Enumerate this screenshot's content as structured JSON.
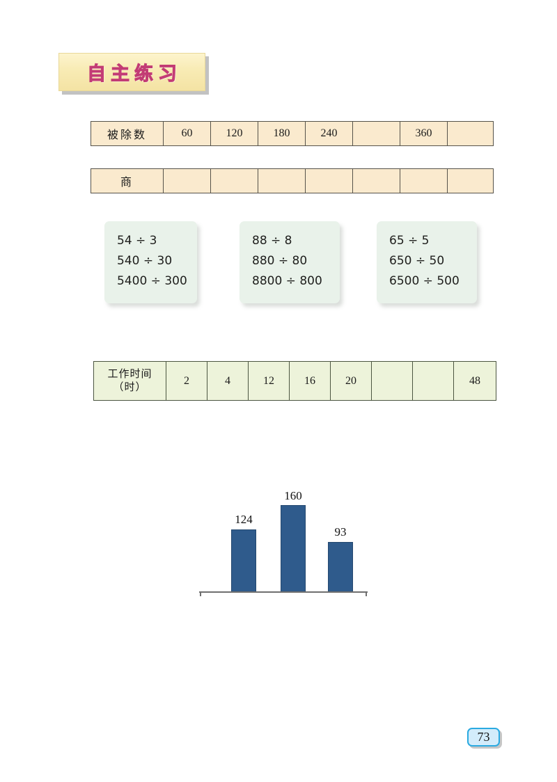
{
  "page": {
    "number": "73",
    "section_title": "自主练习"
  },
  "tables": {
    "dividend": {
      "name": "被除数表",
      "header": "被除数",
      "cells": [
        "60",
        "120",
        "180",
        "240",
        "",
        "360",
        ""
      ]
    },
    "quotient": {
      "name": "商表",
      "header": "商",
      "cells": [
        "",
        "",
        "",
        "",
        "",
        "",
        ""
      ]
    },
    "worktime": {
      "name": "工作时间表",
      "header_line1": "工作时间",
      "header_line2": "（时）",
      "cells": [
        "2",
        "4",
        "12",
        "16",
        "20",
        "",
        "",
        "48"
      ]
    }
  },
  "calc_boxes": [
    {
      "id": "calc-box-1",
      "lines": [
        "54 ÷ 3",
        "540 ÷ 30",
        "5400 ÷ 300"
      ]
    },
    {
      "id": "calc-box-2",
      "lines": [
        "88 ÷ 8",
        "880 ÷ 80",
        "8800 ÷ 800"
      ]
    },
    {
      "id": "calc-box-3",
      "lines": [
        "65 ÷ 5",
        "650 ÷ 50",
        "6500 ÷ 500"
      ]
    }
  ],
  "chart_data": {
    "type": "bar",
    "title": "",
    "xlabel": "",
    "ylabel": "",
    "categories": [
      "",
      "",
      ""
    ],
    "values": [
      124,
      160,
      93
    ],
    "labels": [
      "124",
      "160",
      "93"
    ],
    "ylim": [
      0,
      175
    ],
    "grid": false,
    "legend": "none",
    "bar_color": "#2f5b8c",
    "note": "middle bar label is clipped by the top edge of the chart area"
  },
  "colors": {
    "banner_fill": "#f8ebb4",
    "banner_text": "#e8508f",
    "table_cream": "#faeace",
    "table_green": "#edf3da",
    "calc_box": "#e9f2ea",
    "bar_blue": "#2f5b8c",
    "page_badge_border": "#2aaae1",
    "page_badge_fill": "#d3ecfb"
  }
}
